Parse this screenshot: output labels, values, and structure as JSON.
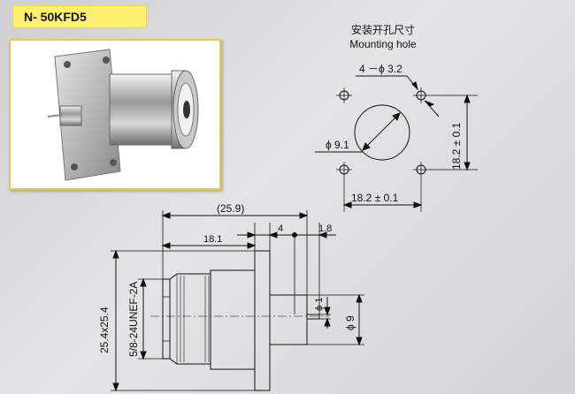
{
  "header": {
    "model": "N- 50KFD5"
  },
  "mounting": {
    "title_cn": "安装开孔尺寸",
    "title_en": "Mounting hole",
    "hole_spec": "4 －ϕ 3.2",
    "center_dia": "ϕ 9.1",
    "width_dim": "18.2 ± 0.1",
    "height_dim": "18.2 ± 0.1"
  },
  "side_view": {
    "overall_len": "(25.9)",
    "thread_len": "18.1",
    "flange_thk": "4",
    "pin_len": "1.8",
    "thread_spec": "5/8-24UNEF-2A",
    "flange_size": "25.4x25.4",
    "pin_dia": "ϕ 1",
    "insulator_dia": "ϕ 9"
  },
  "colors": {
    "title_bg": "#fff170",
    "frame_border": "#e9c94a",
    "line": "#111111"
  }
}
